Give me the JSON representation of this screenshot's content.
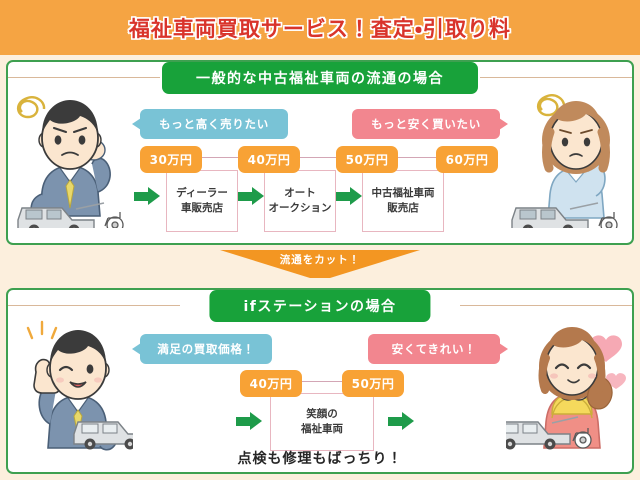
{
  "header": {
    "title": "福祉車両買取サービス！査定・引取り料"
  },
  "sections": [
    {
      "banner": "一般的な中古福祉車両の流通の場合",
      "bubble_left": "もっと高く売りたい",
      "bubble_right": "もっと安く買いたい",
      "prices": [
        "30万円",
        "40万円",
        "50万円",
        "60万円"
      ],
      "flow": [
        "ディーラー\n車販売店",
        "オート\nオークション",
        "中古福祉車両\n販売店"
      ],
      "flow_lines": [
        [
          "ディーラー",
          "車販売店"
        ],
        [
          "オート",
          "オークション"
        ],
        [
          "中古福祉車両",
          "販売店"
        ]
      ],
      "left_character": "worried-man-with-van",
      "right_character": "worried-woman-with-van"
    },
    {
      "banner": "ifステーションの場合",
      "bubble_left": "満足の買取価格！",
      "bubble_right": "安くてきれい！",
      "prices": [
        "40万円",
        "50万円"
      ],
      "flow_lines": [
        [
          "笑顔の",
          "福祉車両"
        ]
      ],
      "left_character": "happy-man-thumbs-up-with-van",
      "right_character": "happy-woman-with-van"
    }
  ],
  "cut_banner": {
    "label": "流通をカット！"
  },
  "bottom_caption": "点検も修理もばっちり！",
  "colors": {
    "header_bg": "#f5a443",
    "header_text": "#d9342b",
    "page_bg": "#fcefdd",
    "panel_border": "#3ea050",
    "banner_green": "#18a23a",
    "bubble_blue": "#79c3d6",
    "bubble_pink": "#f2868f",
    "price_orange": "#f8a235",
    "arrow_green": "#1e9b4a",
    "cut_orange": "#f39622"
  }
}
